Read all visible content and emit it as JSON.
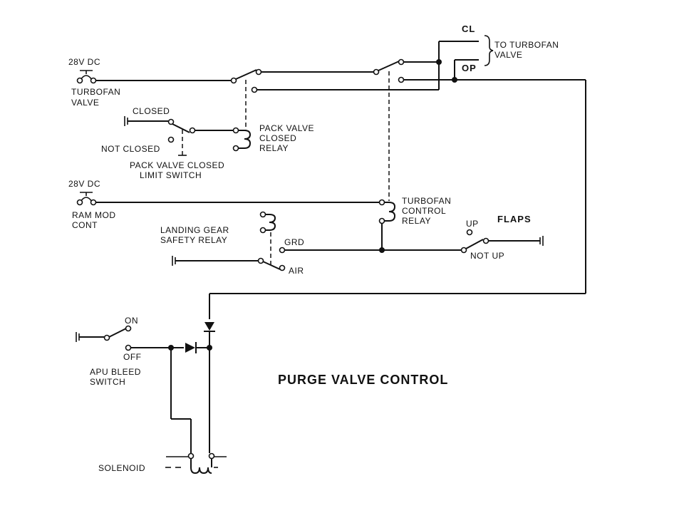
{
  "title": "PURGE VALVE CONTROL",
  "labels": {
    "dc1": "28V DC",
    "turbofan_valve_1": "TURBOFAN",
    "turbofan_valve_2": "VALVE",
    "cl": "CL",
    "op": "OP",
    "to_turbofan_1": "TO TURBOFAN",
    "to_turbofan_2": "VALVE",
    "closed": "CLOSED",
    "not_closed": "NOT CLOSED",
    "pack_limit_1": "PACK VALVE CLOSED",
    "pack_limit_2": "LIMIT SWITCH",
    "pack_relay_1": "PACK VALVE",
    "pack_relay_2": "CLOSED",
    "pack_relay_3": "RELAY",
    "dc2": "28V DC",
    "ram_mod_1": "RAM MOD",
    "ram_mod_2": "CONT",
    "tf_relay_1": "TURBOFAN",
    "tf_relay_2": "CONTROL",
    "tf_relay_3": "RELAY",
    "lg_relay_1": "LANDING GEAR",
    "lg_relay_2": "SAFETY RELAY",
    "grd": "GRD",
    "air": "AIR",
    "up": "UP",
    "not_up": "NOT UP",
    "flaps": "FLAPS",
    "on": "ON",
    "off": "OFF",
    "apu_1": "APU BLEED",
    "apu_2": "SWITCH",
    "solenoid": "SOLENOID"
  }
}
